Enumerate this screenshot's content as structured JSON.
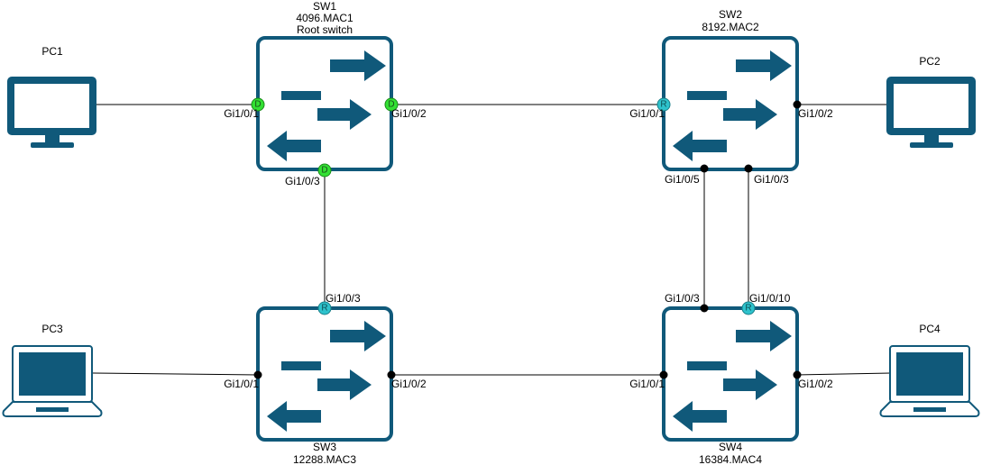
{
  "colors": {
    "device": "#10597a",
    "port_designated": "#33e033",
    "port_root": "#2ec2cc",
    "port_plain": "#000000",
    "link": "#000000"
  },
  "switches": {
    "sw1": {
      "name": "SW1",
      "bridge_id": "4096.MAC1",
      "note": "Root switch",
      "icon": "switch-icon"
    },
    "sw2": {
      "name": "SW2",
      "bridge_id": "8192.MAC2",
      "icon": "switch-icon"
    },
    "sw3": {
      "name": "SW3",
      "bridge_id": "12288.MAC3",
      "icon": "switch-icon"
    },
    "sw4": {
      "name": "SW4",
      "bridge_id": "16384.MAC4",
      "icon": "switch-icon"
    }
  },
  "pcs": {
    "pc1": {
      "name": "PC1",
      "icon": "desktop-monitor-icon"
    },
    "pc2": {
      "name": "PC2",
      "icon": "desktop-monitor-icon"
    },
    "pc3": {
      "name": "PC3",
      "icon": "laptop-icon"
    },
    "pc4": {
      "name": "PC4",
      "icon": "laptop-icon"
    }
  },
  "ports": {
    "sw1_gi101": {
      "label": "Gi1/0/1",
      "role": "D"
    },
    "sw1_gi102": {
      "label": "Gi1/0/2",
      "role": "D"
    },
    "sw1_gi103": {
      "label": "Gi1/0/3",
      "role": "D"
    },
    "sw2_gi101": {
      "label": "Gi1/0/1",
      "role": "R"
    },
    "sw2_gi102": {
      "label": "Gi1/0/2",
      "role": ""
    },
    "sw2_gi105": {
      "label": "Gi1/0/5",
      "role": ""
    },
    "sw2_gi103": {
      "label": "Gi1/0/3",
      "role": ""
    },
    "sw3_gi103": {
      "label": "Gi1/0/3",
      "role": "R"
    },
    "sw3_gi101": {
      "label": "Gi1/0/1",
      "role": ""
    },
    "sw3_gi102": {
      "label": "Gi1/0/2",
      "role": ""
    },
    "sw4_gi103": {
      "label": "Gi1/0/3",
      "role": ""
    },
    "sw4_gi1010": {
      "label": "Gi1/0/10",
      "role": "R"
    },
    "sw4_gi101": {
      "label": "Gi1/0/1",
      "role": ""
    },
    "sw4_gi102": {
      "label": "Gi1/0/2",
      "role": ""
    }
  }
}
